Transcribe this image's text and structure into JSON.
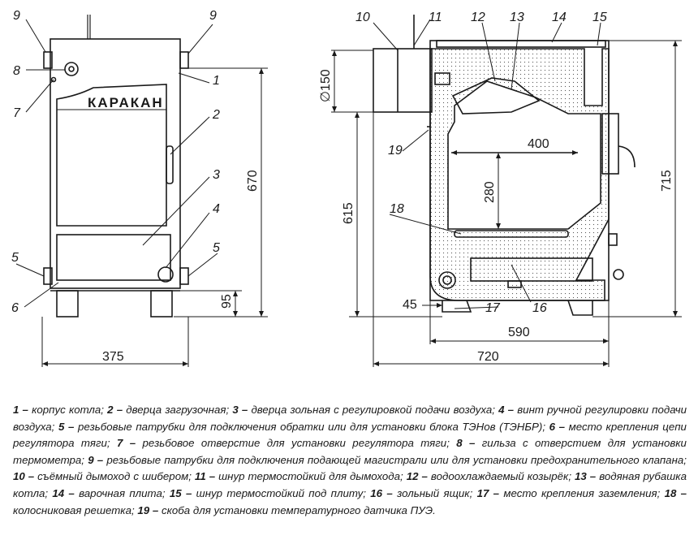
{
  "drawing": {
    "brand": "КАРАКАН",
    "front_labels": [
      "9",
      "8",
      "7",
      "1",
      "2",
      "3",
      "4",
      "5",
      "5",
      "6",
      "9"
    ],
    "side_labels": [
      "10",
      "11",
      "12",
      "13",
      "14",
      "15",
      "19",
      "18",
      "17",
      "16"
    ],
    "dims": {
      "front_width": "375",
      "front_height": "670",
      "leg_height": "95",
      "flue_diameter": "∅150",
      "side_height_615": "615",
      "side_height_715": "715",
      "firebox_width": "400",
      "firebox_height": "280",
      "offset_45": "45",
      "body_depth": "590",
      "total_depth": "720"
    }
  },
  "legend": [
    {
      "n": "1",
      "t": "корпус котла;"
    },
    {
      "n": "2",
      "t": "дверца загрузочная;"
    },
    {
      "n": "3",
      "t": "дверца зольная с регулировкой подачи воздуха;"
    },
    {
      "n": "4",
      "t": "винт ручной регулировки подачи воздуха;"
    },
    {
      "n": "5",
      "t": "резьбовые патрубки для подключения обратки или для установки блока ТЭНов (ТЭНБР);"
    },
    {
      "n": "6",
      "t": "место крепления цепи регулятора тяги;"
    },
    {
      "n": "7",
      "t": "резьбовое отверстие  для установки регулятора тяги;"
    },
    {
      "n": "8",
      "t": "гильза с отверстием для установки термометра;"
    },
    {
      "n": "9",
      "t": "резьбовые патрубки для подключения подающей магистрали или для установки предохранительного клапана;"
    },
    {
      "n": "10",
      "t": "съёмный дымоход с шибером;"
    },
    {
      "n": "11",
      "t": "шнур термостойкий для дымохода;"
    },
    {
      "n": "12",
      "t": "водоохлаждаемый козырёк;"
    },
    {
      "n": "13",
      "t": "водяная рубашка котла;"
    },
    {
      "n": "14",
      "t": "варочная плита;"
    },
    {
      "n": "15",
      "t": "шнур термостойкий под плиту;"
    },
    {
      "n": "16",
      "t": "зольный ящик;"
    },
    {
      "n": "17",
      "t": "место крепления заземления;"
    },
    {
      "n": "18",
      "t": "колосниковая решетка;"
    },
    {
      "n": "19",
      "t": "скоба для установки температурного датчика ПУЭ."
    }
  ]
}
